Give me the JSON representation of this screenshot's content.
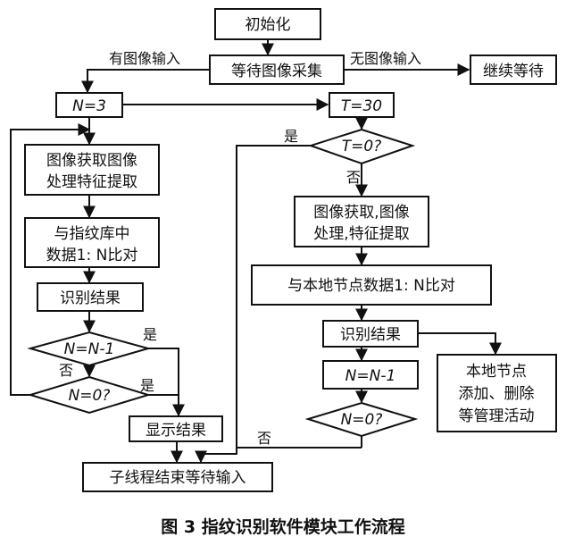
{
  "nodes": {
    "init": "初始化",
    "wait_image": "等待图像采集",
    "continue_wait": "继续等待",
    "n_eq_3": "N=3",
    "t_eq_30": "T=30",
    "t_eq_0": "T=0?",
    "acquire_left_1": "图像获取图像",
    "acquire_left_2": "处理特征提取",
    "compare_lib_1": "与指纹库中",
    "compare_lib_2": "数据1: N比对",
    "identify_left": "识别结果",
    "n_minus_left": "N=N-1",
    "n_zero_left": "N=0?",
    "show_result": "显示结果",
    "acquire_right_1": "图像获取,图像",
    "acquire_right_2": "处理,特征提取",
    "compare_local": "与本地节点数据1: N比对",
    "identify_right": "识别结果",
    "n_minus_right": "N=N-1",
    "n_zero_right": "N=0?",
    "manage_1": "本地节点",
    "manage_2": "添加、删除",
    "manage_3": "等管理活动",
    "end_thread": "子线程结束等待输入"
  },
  "edge_labels": {
    "has_image": "有图像输入",
    "no_image": "无图像输入",
    "yes_t": "是",
    "no_t": "否",
    "yes_n1": "是",
    "no_n1": "否",
    "yes_n2": "是",
    "no_right": "否"
  },
  "caption": "图 3   指纹识别软件模块工作流程"
}
